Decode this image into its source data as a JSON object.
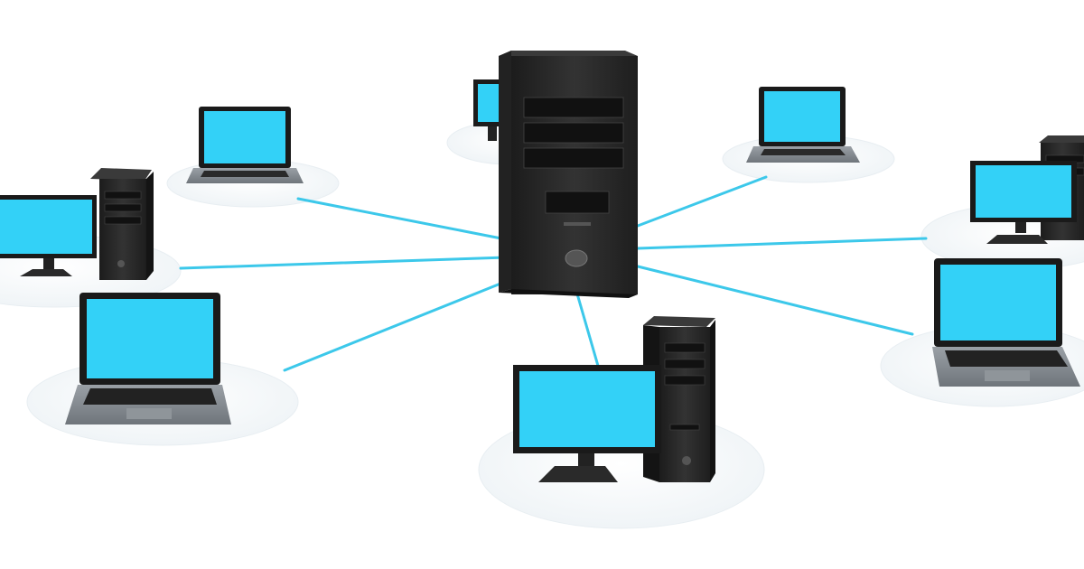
{
  "diagram": {
    "type": "star-network",
    "hub": {
      "kind": "server-tower",
      "icon": "server-icon"
    },
    "nodes": [
      {
        "kind": "laptop",
        "icon": "laptop-icon",
        "position": "upper-left"
      },
      {
        "kind": "desktop",
        "icon": "desktop-computer-icon",
        "position": "left"
      },
      {
        "kind": "laptop",
        "icon": "laptop-icon",
        "position": "lower-left"
      },
      {
        "kind": "desktop",
        "icon": "desktop-computer-icon",
        "position": "bottom"
      },
      {
        "kind": "laptop",
        "icon": "laptop-icon",
        "position": "lower-right"
      },
      {
        "kind": "desktop",
        "icon": "desktop-computer-icon",
        "position": "right"
      },
      {
        "kind": "laptop",
        "icon": "laptop-icon",
        "position": "upper-right"
      },
      {
        "kind": "monitor",
        "icon": "monitor-icon",
        "position": "behind-server"
      }
    ],
    "connections": 7
  },
  "colors": {
    "link": "#3cc8ea",
    "screen": "#33d1f7",
    "case": "#2a2a2a",
    "case_dark": "#1a1a1a",
    "platform": "#f0f4f7",
    "laptop_body": "#8a9096"
  }
}
